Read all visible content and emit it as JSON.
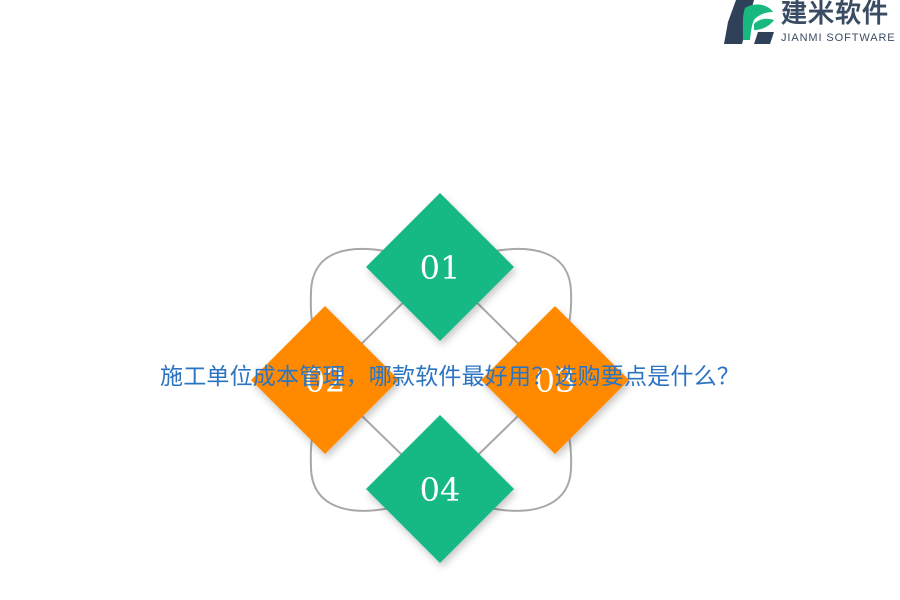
{
  "logo": {
    "name_cn": "建米软件",
    "name_en": "JIANMI SOFTWARE",
    "icon": "jianmi-leaf-logo",
    "colors": {
      "dark": "#2f4059",
      "green": "#17b97f"
    }
  },
  "diagram": {
    "items": [
      {
        "label": "01",
        "color": "#12b886"
      },
      {
        "label": "02",
        "color": "#ff8a00"
      },
      {
        "label": "03",
        "color": "#ff8a00"
      },
      {
        "label": "04",
        "color": "#12b886"
      }
    ],
    "loop_color": "#a8a8a8"
  },
  "caption": "施工单位成本管理，哪款软件最好用？选购要点是什么？"
}
